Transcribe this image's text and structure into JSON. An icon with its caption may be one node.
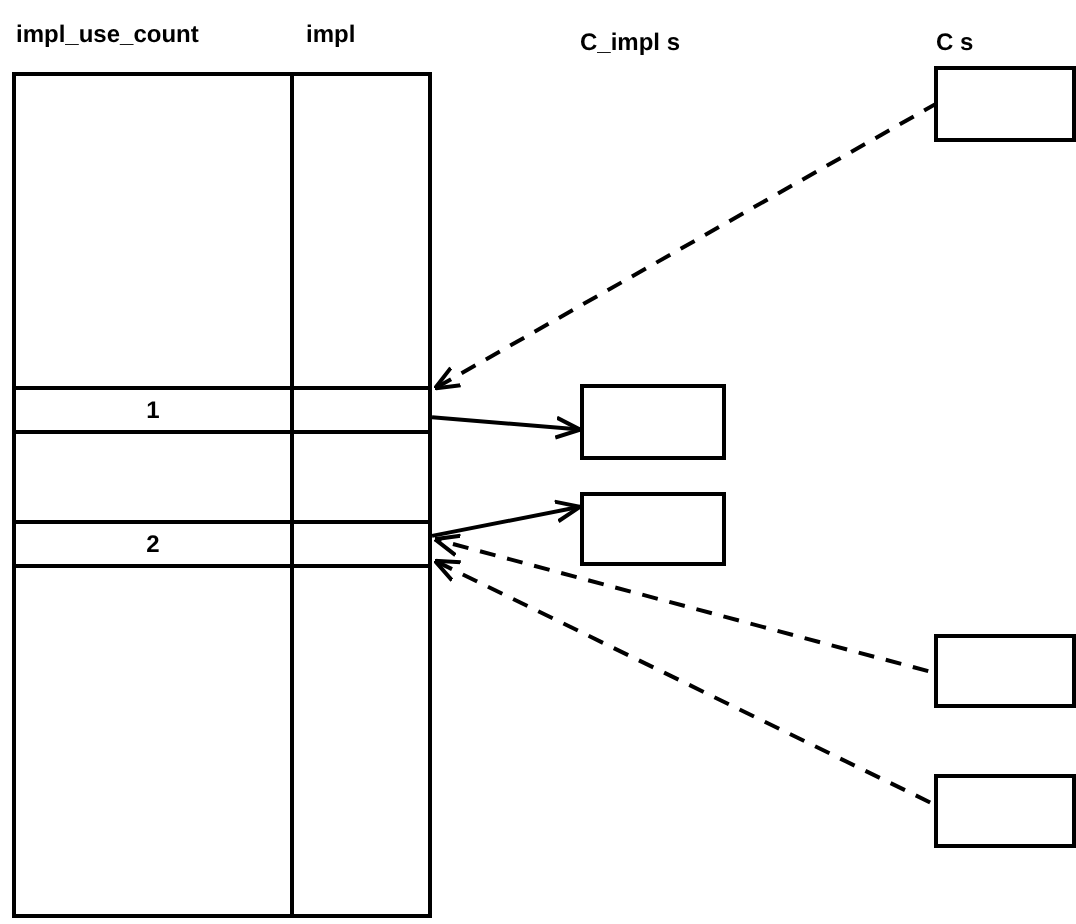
{
  "diagram": {
    "nodes": [
      {
        "text": [
          "1"
        ]
      },
      {
        "text": [],
        "shape": "box"
      },
      {
        "text": [
          "2"
        ]
      },
      {
        "text": [],
        "shape": "box"
      },
      {
        "text": [],
        "shape": "box"
      },
      {
        "text": [],
        "shape": "box"
      },
      {
        "text": [],
        "shape": "box"
      },
      {
        "text": [],
        "shape": "box"
      },
      {
        "text": [],
        "shape": "box"
      }
    ],
    "edges": [
      {
        "from": 1,
        "to": 4,
        "arrow": "to"
      },
      {
        "from": 3,
        "to": 5,
        "arrow": "to"
      },
      {
        "from": 6,
        "to": 1,
        "arrow": "to",
        "style": "dashed"
      },
      {
        "from": 7,
        "to": 3,
        "arrow": "to",
        "style": "dashed"
      },
      {
        "from": 8,
        "to": 3,
        "arrow": "to",
        "style": "dashed"
      }
    ],
    "labels": [
      "impl_use_count",
      "impl",
      "C_impl s",
      "C s"
    ]
  }
}
